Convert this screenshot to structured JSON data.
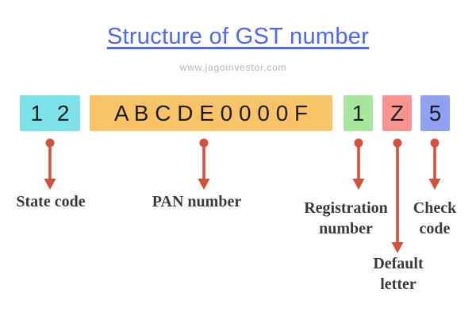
{
  "header": {
    "title": "Structure of GST number",
    "watermark": "www.jagoinvestor.com"
  },
  "segments": [
    {
      "name": "state-code",
      "box_text": "1 2",
      "box_color": "#7de2e7",
      "label_lines": [
        "State code"
      ]
    },
    {
      "name": "pan-number",
      "box_text": "A B C D E 0 0 0 0 F",
      "box_color": "#f8c467",
      "label_lines": [
        "PAN number"
      ]
    },
    {
      "name": "registration-number",
      "box_text": "1",
      "box_color": "#a6e79c",
      "label_lines": [
        "Registration",
        "number"
      ]
    },
    {
      "name": "default-letter",
      "box_text": "Z",
      "box_color": "#f8938d",
      "label_lines": [
        "Default",
        "letter"
      ]
    },
    {
      "name": "check-code",
      "box_text": "5",
      "box_color": "#91a1f1",
      "label_lines": [
        "Check",
        "code"
      ]
    }
  ],
  "colors": {
    "title_blue": "#4c69f2",
    "arrow_red": "#d7503c",
    "label_text": "#3b3a38",
    "box_text": "#1d1d1d",
    "watermark_gray": "#b4b4b4",
    "background": "#ffffff"
  }
}
